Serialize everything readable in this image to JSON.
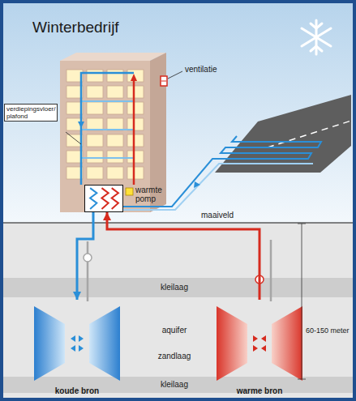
{
  "diagram": {
    "title": "Winterbedrijf",
    "nodes": [
      {
        "text": [
          "warmte pomp"
        ]
      },
      {
        "text": [
          "koude bron"
        ]
      },
      {
        "text": [
          "warme bron"
        ]
      }
    ],
    "edges": [
      {
        "from": 2,
        "to": 0,
        "arrow": "to"
      },
      {
        "from": 0,
        "to": 1,
        "arrow": "to"
      }
    ],
    "labels": [
      "ventilatie",
      "verdiepingsvloer/ plafond",
      "maaiveld",
      "kleilaag",
      "aquifer",
      "zandlaag",
      "kleilaag",
      "60-150 meter"
    ]
  }
}
